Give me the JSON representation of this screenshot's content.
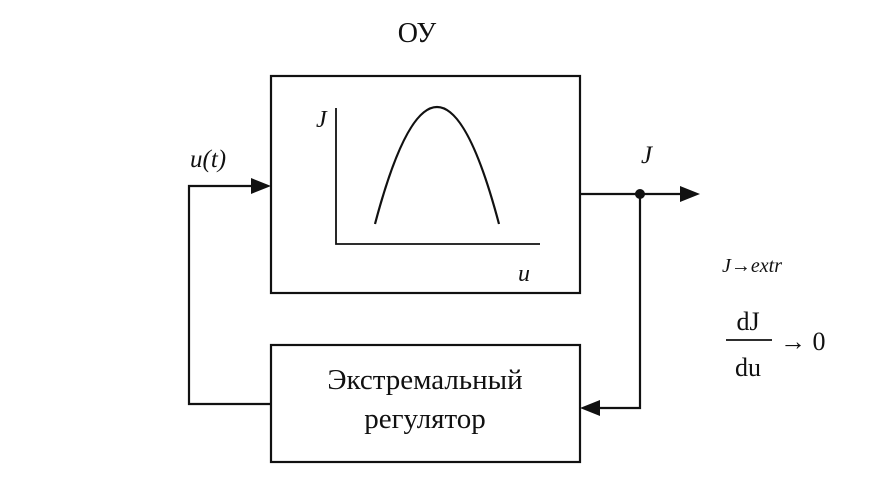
{
  "plant": {
    "title": "ОУ",
    "graph_y_label": "J",
    "graph_x_label": "u"
  },
  "signals": {
    "input": "u(t)",
    "output": "J"
  },
  "controller": {
    "line1": "Экстремальный",
    "line2": "регулятор"
  },
  "goal": {
    "condition": "J→extr",
    "numerator": "dJ",
    "denominator": "du",
    "limit": "→ 0"
  }
}
